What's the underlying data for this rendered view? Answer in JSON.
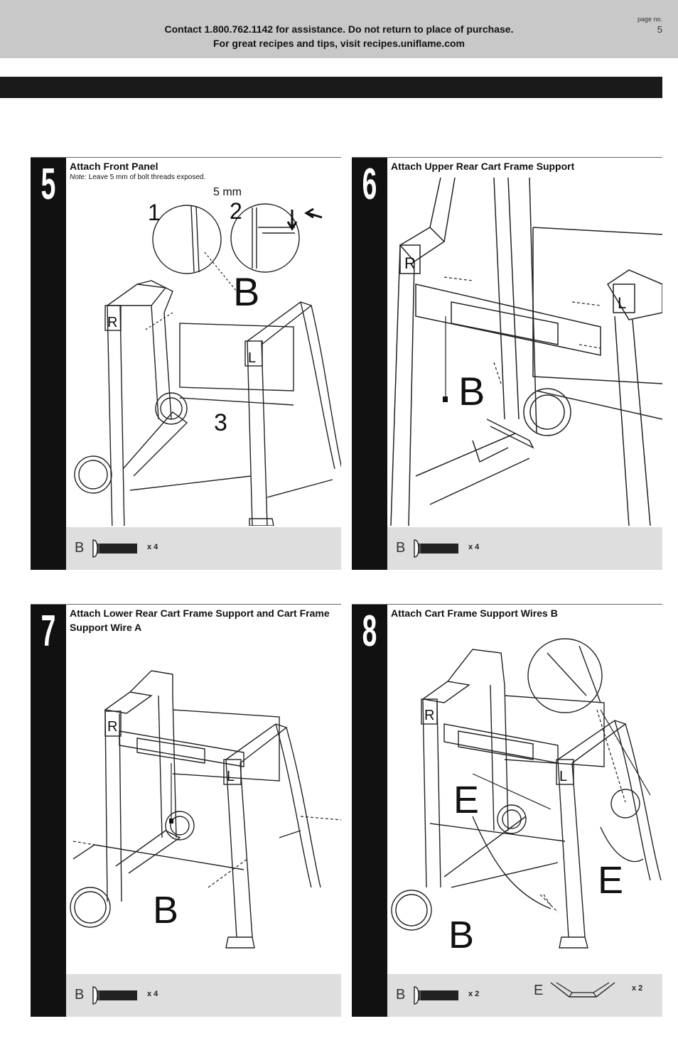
{
  "header": {
    "line1": "Contact 1.800.762.1142 for assistance. Do not return to place of purchase.",
    "line2": "For great recipes and tips, visit recipes.uniflame.com",
    "page_label": "page no.",
    "page_number": "5"
  },
  "steps": [
    {
      "number": "5",
      "title": "Attach Front Panel",
      "note_label": "Note:",
      "note_text": "Leave 5 mm of bolt threads exposed.",
      "callouts": {
        "one": "1",
        "two": "2",
        "three": "3",
        "measure": "5 mm",
        "part": "B",
        "right": "R",
        "left": "L"
      },
      "hardware": [
        {
          "letter": "B",
          "qty": "x 4"
        }
      ]
    },
    {
      "number": "6",
      "title": "Attach Upper Rear Cart Frame Support",
      "callouts": {
        "part": "B",
        "right": "R",
        "left": "L"
      },
      "hardware": [
        {
          "letter": "B",
          "qty": "x 4"
        }
      ]
    },
    {
      "number": "7",
      "title": "Attach Lower Rear Cart Frame Support and Cart Frame Support Wire A",
      "callouts": {
        "part": "B",
        "right": "R",
        "left": "L"
      },
      "hardware": [
        {
          "letter": "B",
          "qty": "x 4"
        }
      ]
    },
    {
      "number": "8",
      "title": "Attach Cart Frame Support Wires B",
      "callouts": {
        "part_e1": "E",
        "part_e2": "E",
        "part_b": "B",
        "right": "R",
        "left": "L"
      },
      "hardware": [
        {
          "letter": "B",
          "qty": "x 2"
        },
        {
          "letter": "E",
          "qty": "x 2"
        }
      ]
    }
  ]
}
